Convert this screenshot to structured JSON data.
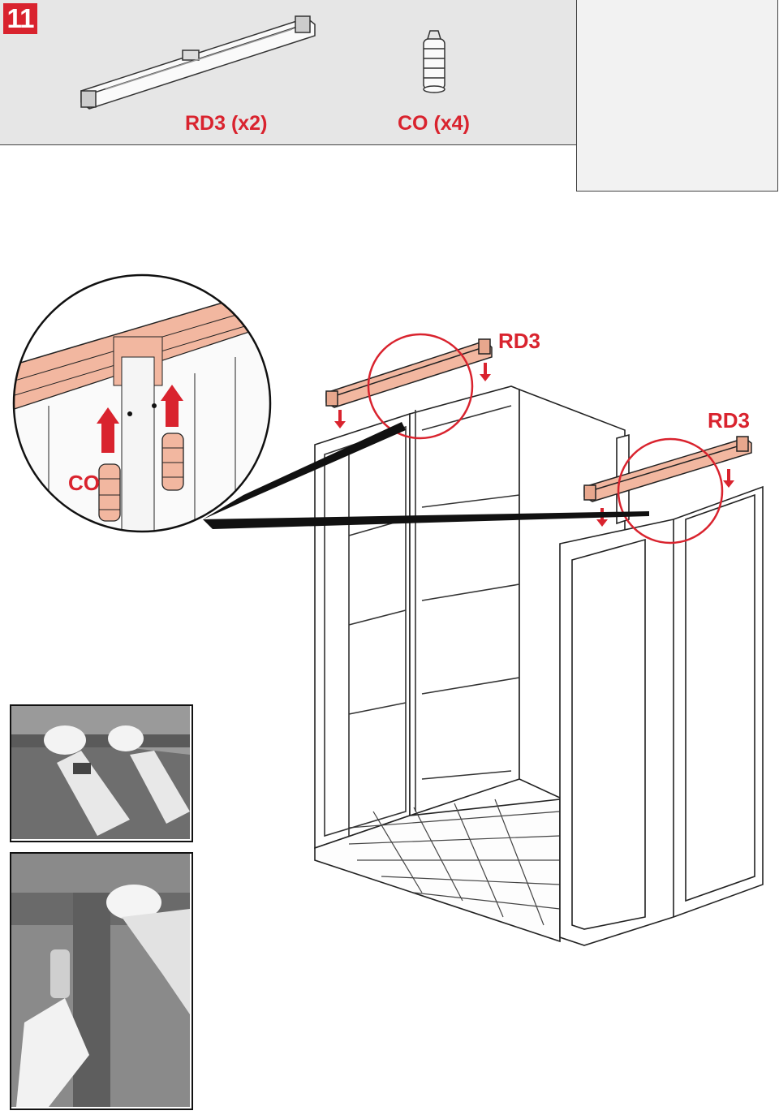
{
  "step": {
    "number": "11"
  },
  "parts": [
    {
      "code": "RD3 (x2)",
      "icon": "roof-rail-icon"
    },
    {
      "code": "CO (x4)",
      "icon": "connector-icon"
    }
  ],
  "diagram": {
    "rail_label_left": "RD3",
    "rail_label_right": "RD3",
    "zoom_connector_label": "CO"
  },
  "colors": {
    "accent_red": "#d9232e",
    "rail_peach": "#f2b7a0",
    "grey_bar": "#e6e6e6"
  }
}
